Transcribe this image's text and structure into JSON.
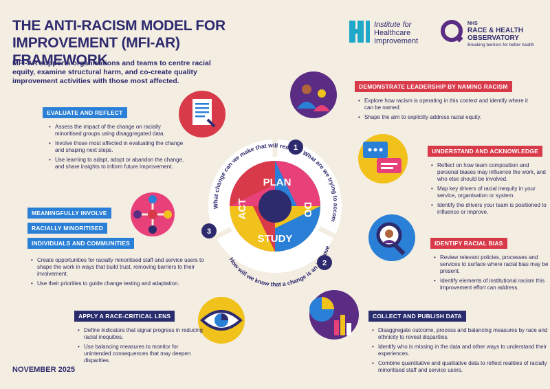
{
  "title_line1": "THE ANTI-RACISM MODEL FOR",
  "title_line2": "IMPROVEMENT (MFI-AR) FRAMEWORK",
  "intro": "MFI-AR supports organisations and teams to centre racial equity, examine structural harm, and co-create quality improvement activities with those most affected.",
  "footer_date": "NOVEMBER 2025",
  "logos": {
    "ihi_line1": "Institute for",
    "ihi_line2": "Healthcare",
    "ihi_line3": "Improvement",
    "nhs_line0": "NHS",
    "nhs_line1": "RACE & HEALTH",
    "nhs_line2": "OBSERVATORY",
    "nhs_tagline": "Breaking barriers for better health"
  },
  "pdsa": {
    "plan": "PLAN",
    "do": "DO",
    "study": "STUDY",
    "act": "ACT"
  },
  "ring": {
    "q1": "What are we trying to accomplish?",
    "q2": "How will we know that a change is an improvement?",
    "q3": "What change can we make that will result in an improvement?",
    "n1": "1",
    "n2": "2",
    "n3": "3"
  },
  "sections": {
    "leadership": {
      "label": "DEMONSTRATE LEADERSHIP BY NAMING RACISM",
      "bullets": [
        "Explore how racism is operating in this context and identify where it can be named.",
        "Shape the aim to explicitly address racial equity."
      ]
    },
    "understand": {
      "label": "UNDERSTAND AND ACKNOWLEDGE",
      "bullets": [
        "Reflect on how team composition and personal biases may influence the work, and who else should be involved.",
        "Map key drivers of racial inequity in your service, organisation or system.",
        "Identify the drivers your team is positioned to influence or improve."
      ]
    },
    "bias": {
      "label": "IDENTIFY RACIAL BIAS",
      "bullets": [
        "Review relevant policies, processes and services to surface where racial bias may be present.",
        "Identify elements of institutional racism this improvement effort can address."
      ]
    },
    "collect": {
      "label": "COLLECT AND PUBLISH DATA",
      "bullets": [
        "Disaggregate outcome, process and balancing measures by race and ethnicity to reveal disparities.",
        "Identify who is missing in the data and other ways to understand their experiences.",
        "Combine quantitative and qualitative data to reflect realities of racially minoritised staff and service users."
      ]
    },
    "lens": {
      "label": "APPLY A RACE-CRITICAL LENS",
      "bullets": [
        "Define indicators that signal progress in reducing racial inequities.",
        "Use balancing measures to monitor for unintended consequences that may deepen disparities."
      ]
    },
    "involve": {
      "label1": "MEANINGFULLY INVOLVE",
      "label2": "RACIALLY MINORITISED",
      "label3": "INDIVIDUALS AND COMMUNITIES",
      "bullets": [
        "Create opportunities for racially minoritised staff and service users to shape the work in ways that build trust, removing barriers to their involvement.",
        "Use their priorities to guide change testing and adaptation."
      ]
    },
    "evaluate": {
      "label": "EVALUATE AND REFLECT",
      "bullets": [
        "Assess the impact of the change on racially minoritised groups using disaggregated data.",
        "Involve those most affected in evaluating the change and shaping next steps.",
        "Use learning to adapt, adopt or abandon the change, and share insights to inform future improvement."
      ]
    }
  },
  "colors": {
    "navy": "#2d2a6e",
    "red": "#d93a4a",
    "pink": "#e8417a",
    "yellow": "#f1c21b",
    "purple": "#5b2c83",
    "blue": "#2a7fd6",
    "bg": "#f4ede2"
  },
  "icons": [
    "people-icon",
    "speech-bubbles-icon",
    "magnifier-icon",
    "data-charts-icon",
    "eye-icon",
    "network-icon",
    "document-icon"
  ]
}
